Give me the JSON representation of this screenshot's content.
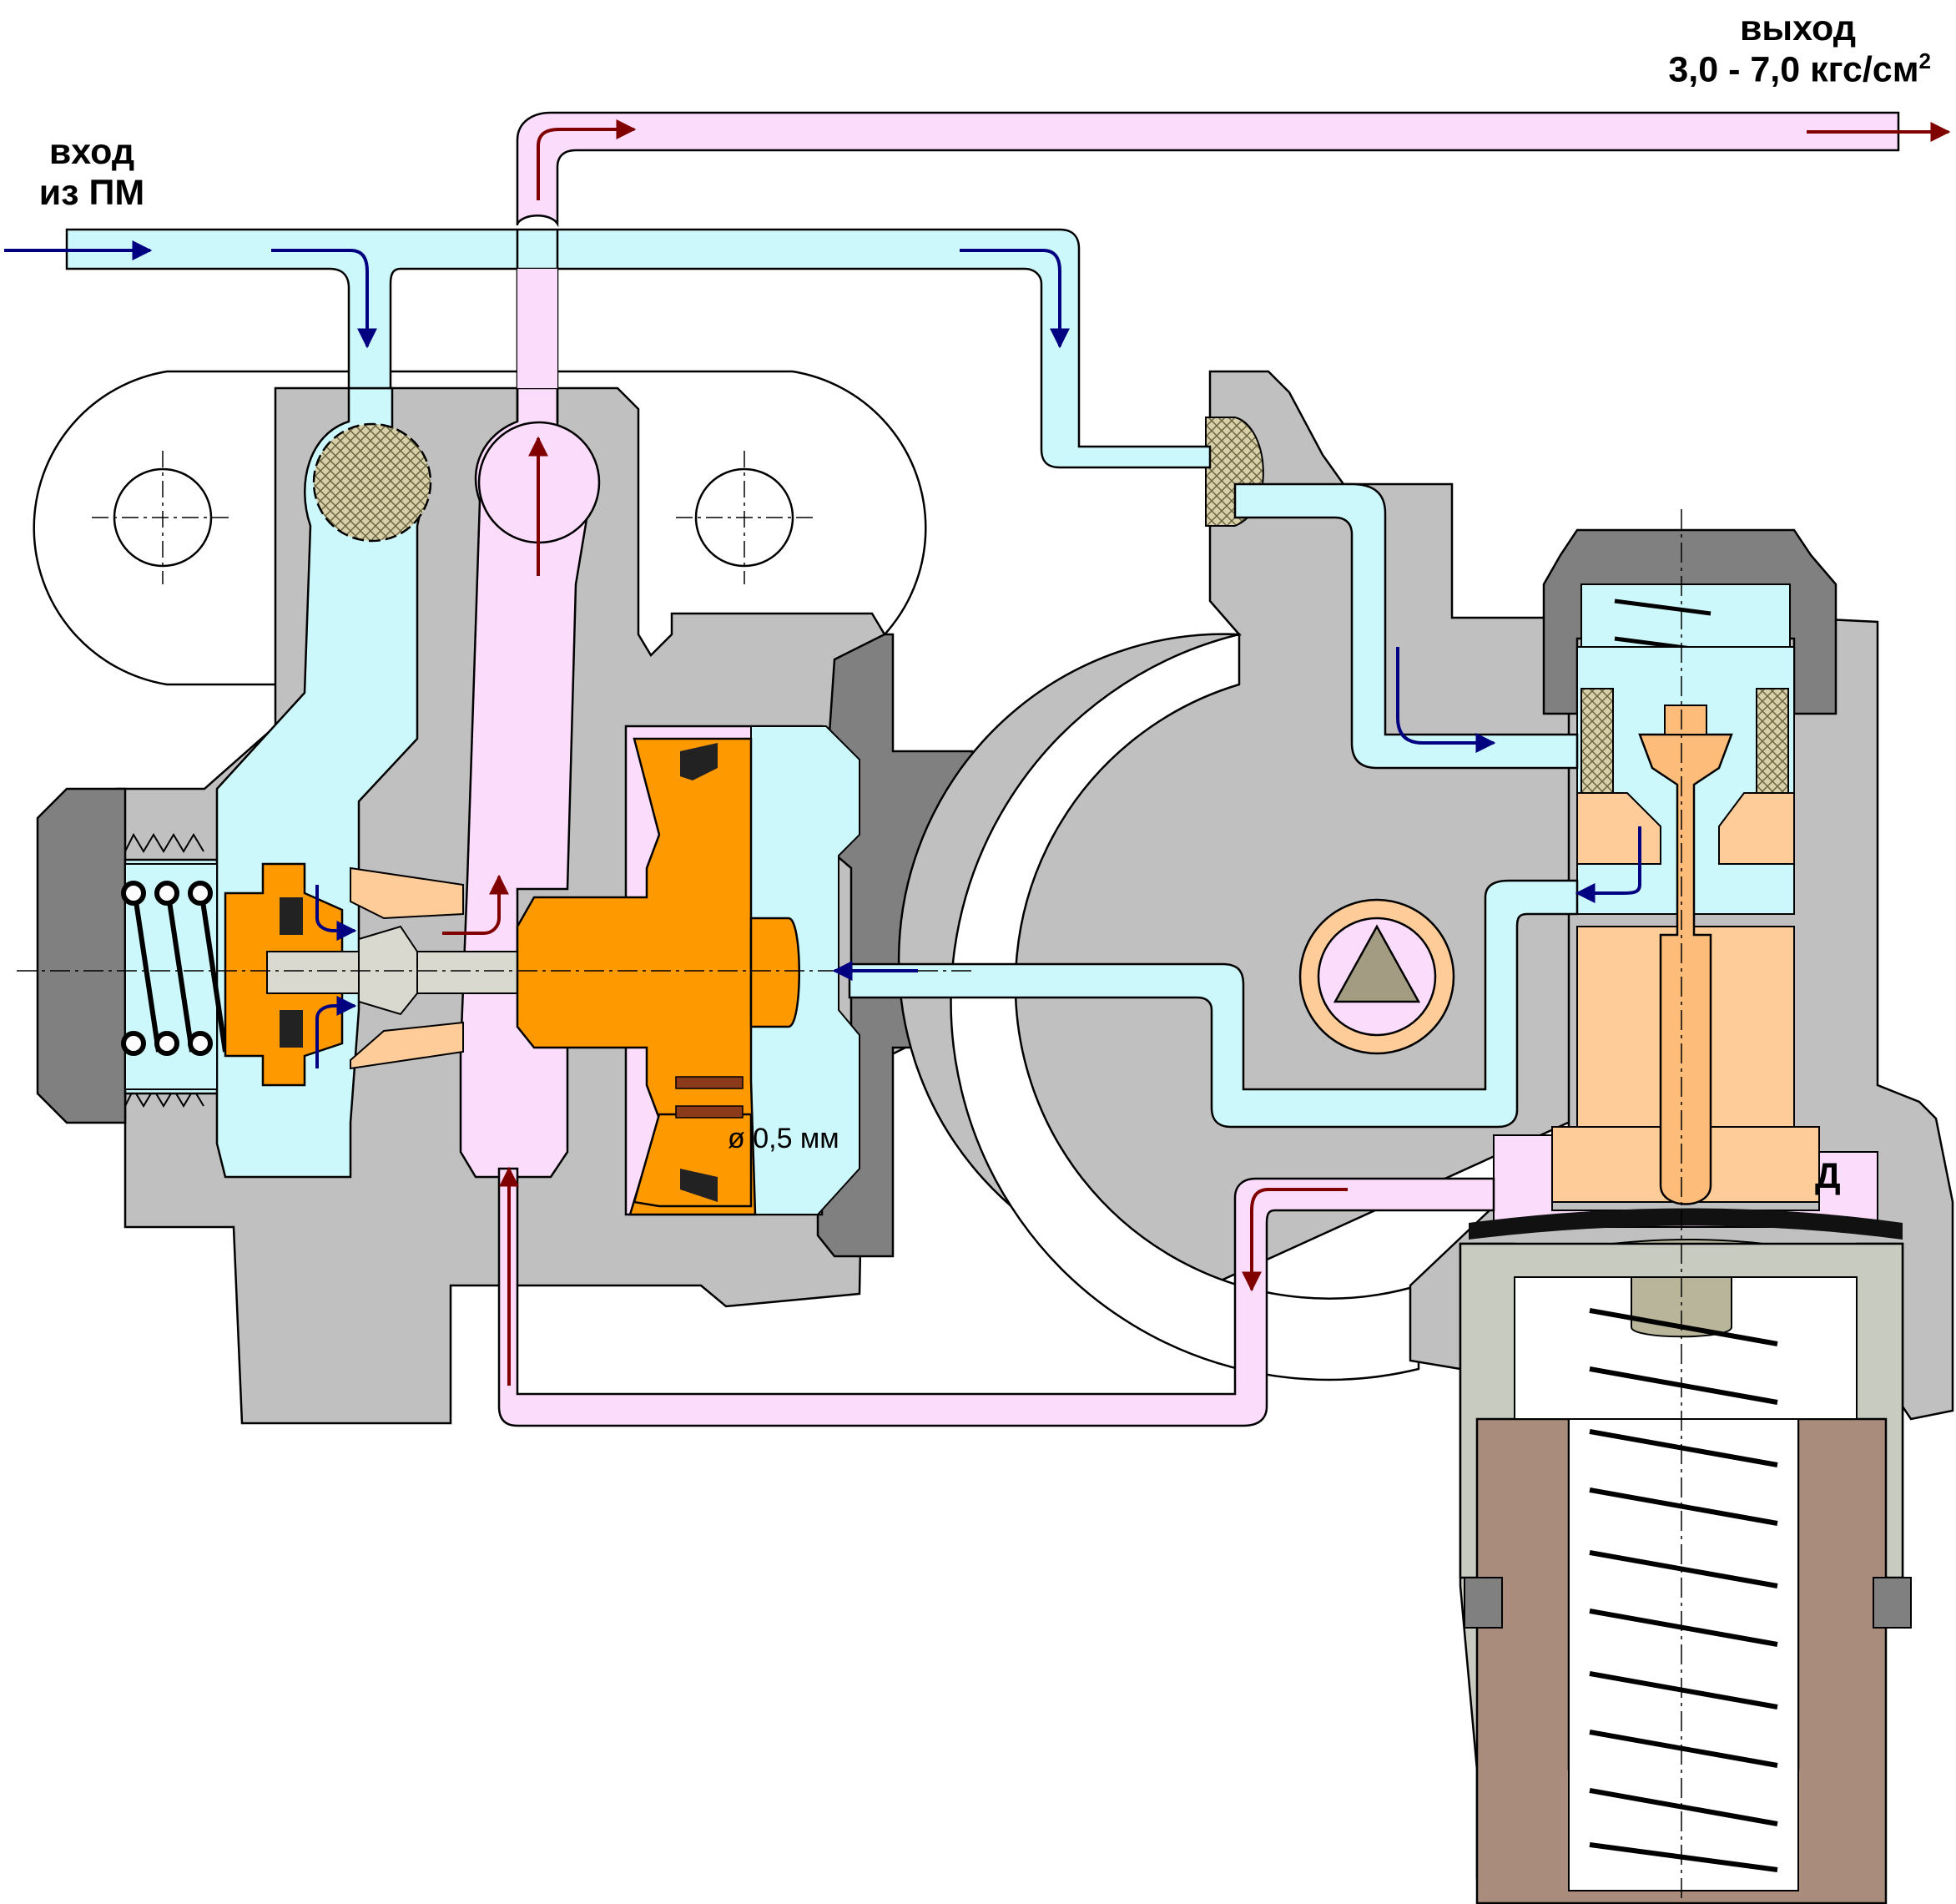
{
  "labels": {
    "inlet_line1": "вход",
    "inlet_line2": "из ПМ",
    "outlet_line1": "выход",
    "outlet_pressure": "3,0 - 7,0 кгс/см",
    "outlet_pressure_sup": "2",
    "orifice": "ø 0,5 мм",
    "chamber_d": "Д"
  },
  "colors": {
    "supply_fluid": "#ccf8fb",
    "return_fluid": "#fbdcfb",
    "body_gray": "#c0c0c0",
    "dark_gray": "#808080",
    "piston_orange": "#ff9900",
    "valve_peach": "#fdcc99",
    "filter_khaki": "#d8d0a8",
    "guide_brown": "#a98c7c",
    "supply_arrow": "#000080",
    "return_arrow": "#800000"
  }
}
